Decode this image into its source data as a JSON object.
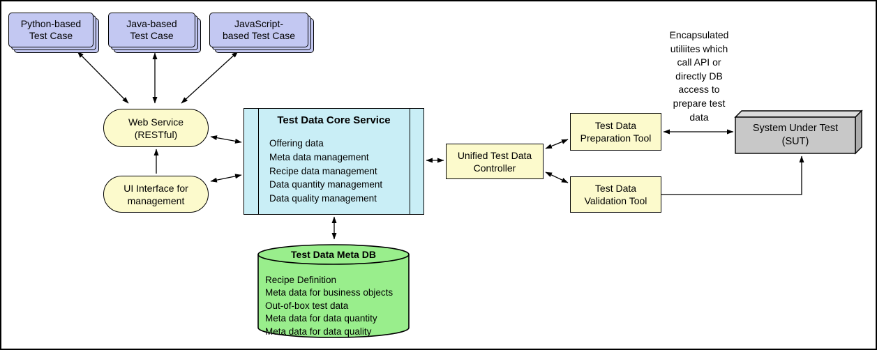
{
  "test_cases": {
    "python": "Python-based\nTest Case",
    "java": "Java-based\nTest Case",
    "javascript": "JavaScript-\nbased Test Case"
  },
  "web_service": {
    "label": "Web Service\n(RESTful)"
  },
  "ui_interface": {
    "label": "UI Interface for\nmanagement"
  },
  "core_service": {
    "title": "Test Data Core Service",
    "items": [
      "Offering data",
      "Meta data management",
      "Recipe data management",
      "Data quantity management",
      "Data quality management"
    ]
  },
  "controller": {
    "label": "Unified Test Data\nController"
  },
  "preparation_tool": {
    "label": "Test Data\nPreparation Tool"
  },
  "validation_tool": {
    "label": "Test Data\nValidation Tool"
  },
  "sut": {
    "label": "System Under Test\n(SUT)"
  },
  "annotation": {
    "text": "Encapsulated\nutiliites which\ncall API or\ndirectly DB\naccess to\nprepare test\ndata"
  },
  "meta_db": {
    "title": "Test Data Meta DB",
    "items": [
      "Recipe Definition",
      "Meta data for business objects",
      "Out-of-box test data",
      "Meta data for data quantity",
      "Meta data for data quality"
    ]
  },
  "colors": {
    "test_case_fill": "#C3C8F2",
    "service_fill": "#FCFACC",
    "core_fill": "#C9EEF6",
    "db_fill": "#99EE8C",
    "sut_front": "#C8C8C8",
    "sut_top": "#DBDBDB",
    "sut_side": "#ACACAC",
    "line": "#000000"
  }
}
